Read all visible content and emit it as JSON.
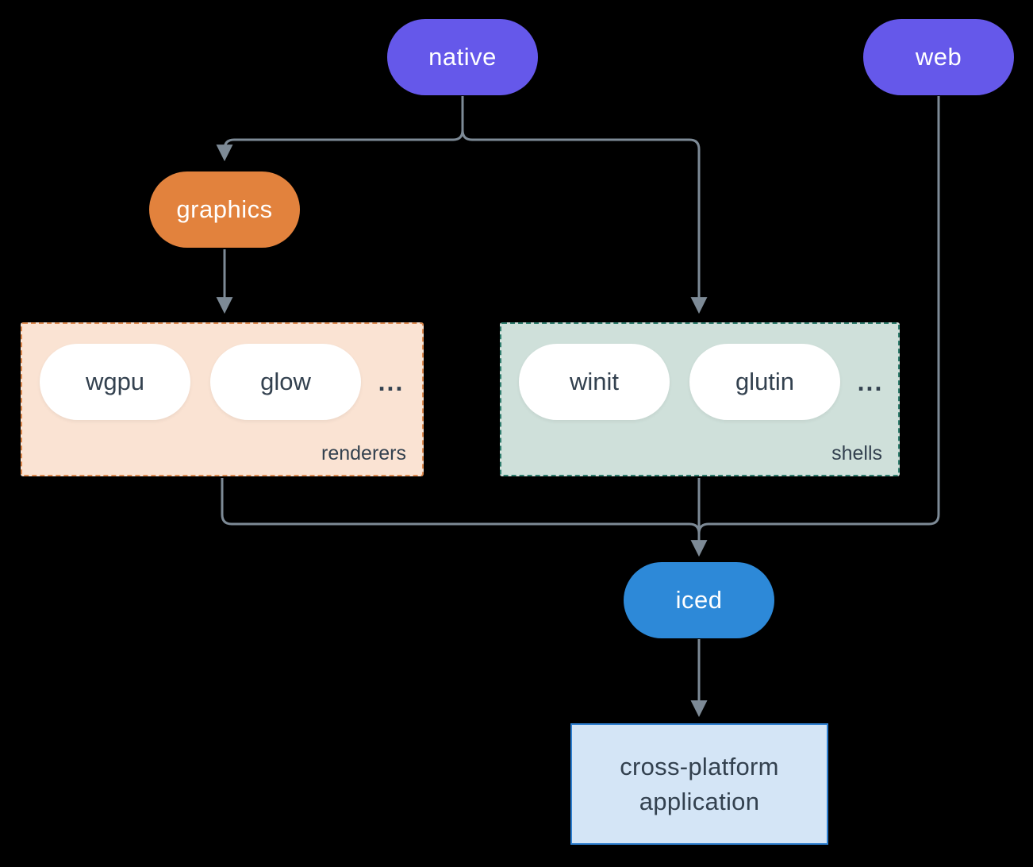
{
  "colors": {
    "bg": "#000000",
    "purple": "#6558EA",
    "orange": "#E2823D",
    "blue": "#2D89D8",
    "line": "#7D8A96",
    "dark-text": "#33414F",
    "white": "#FFFFFF",
    "renderers-bg": "#FAE3D3",
    "renderers-border": "#DC8A50",
    "shells-bg": "#CFE0DA",
    "shells-border": "#2F7D6D",
    "app-bg": "#D4E5F6",
    "app-border": "#2E7FD0"
  },
  "nodes": {
    "native": "native",
    "web": "web",
    "graphics": "graphics",
    "iced": "iced"
  },
  "groups": {
    "renderers": {
      "label": "renderers",
      "items": [
        "wgpu",
        "glow"
      ],
      "ellipsis": "..."
    },
    "shells": {
      "label": "shells",
      "items": [
        "winit",
        "glutin"
      ],
      "ellipsis": "..."
    }
  },
  "application": {
    "line1": "cross-platform",
    "line2": "application"
  }
}
